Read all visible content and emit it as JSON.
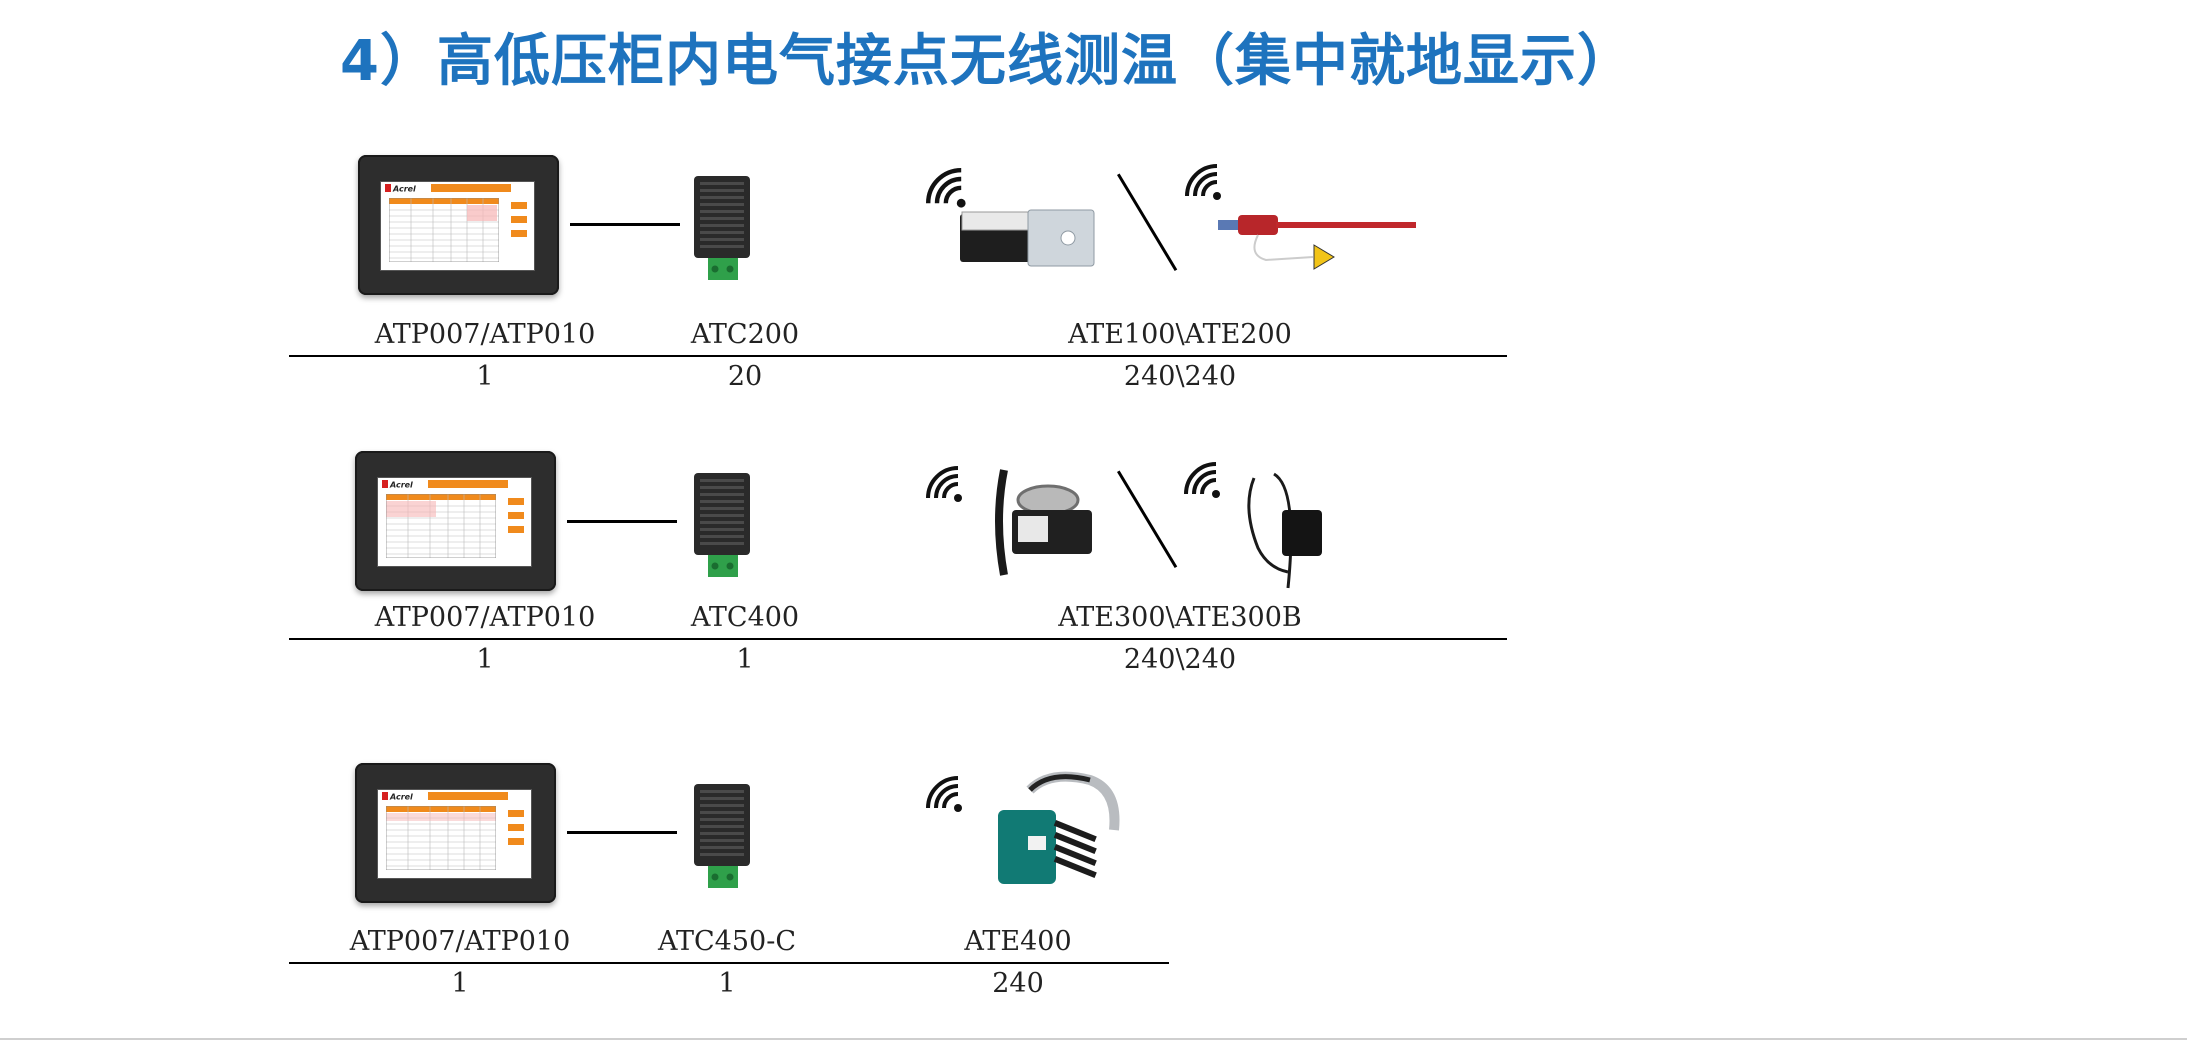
{
  "title": "4）高低压柜内电气接点无线测温（集中就地显示）",
  "colors": {
    "title": "#1e73be",
    "accent_orange": "#f08a1c",
    "panel": "#2d2d2d"
  },
  "rows": [
    {
      "display": {
        "name": "ATP007/ATP010",
        "qty": "1",
        "logo": "Acrel",
        "icon": "hmi-touchscreen"
      },
      "collector": {
        "name": "ATC200",
        "qty": "20",
        "icon": "wireless-collector"
      },
      "sensors": {
        "name": "ATE100\\ATE200",
        "qty": "240\\240",
        "icons": [
          "wireless-signal",
          "screw-mount-sensor",
          "wireless-signal",
          "cable-tie-sensor"
        ]
      }
    },
    {
      "display": {
        "name": "ATP007/ATP010",
        "qty": "1",
        "logo": "Acrel",
        "icon": "hmi-touchscreen"
      },
      "collector": {
        "name": "ATC400",
        "qty": "1",
        "icon": "wireless-collector"
      },
      "sensors": {
        "name": "ATE300\\ATE300B",
        "qty": "240\\240",
        "icons": [
          "wireless-signal",
          "ring-clamp-sensor",
          "wireless-signal",
          "strap-sensor"
        ]
      }
    },
    {
      "display": {
        "name": "ATP007/ATP010",
        "qty": "1",
        "logo": "Acrel",
        "icon": "hmi-touchscreen"
      },
      "collector": {
        "name": "ATC450-C",
        "qty": "1",
        "icon": "wireless-collector"
      },
      "sensors": {
        "name": "ATE400",
        "qty": "240",
        "icons": [
          "wireless-signal",
          "clamp-ring-sensor"
        ]
      }
    }
  ]
}
